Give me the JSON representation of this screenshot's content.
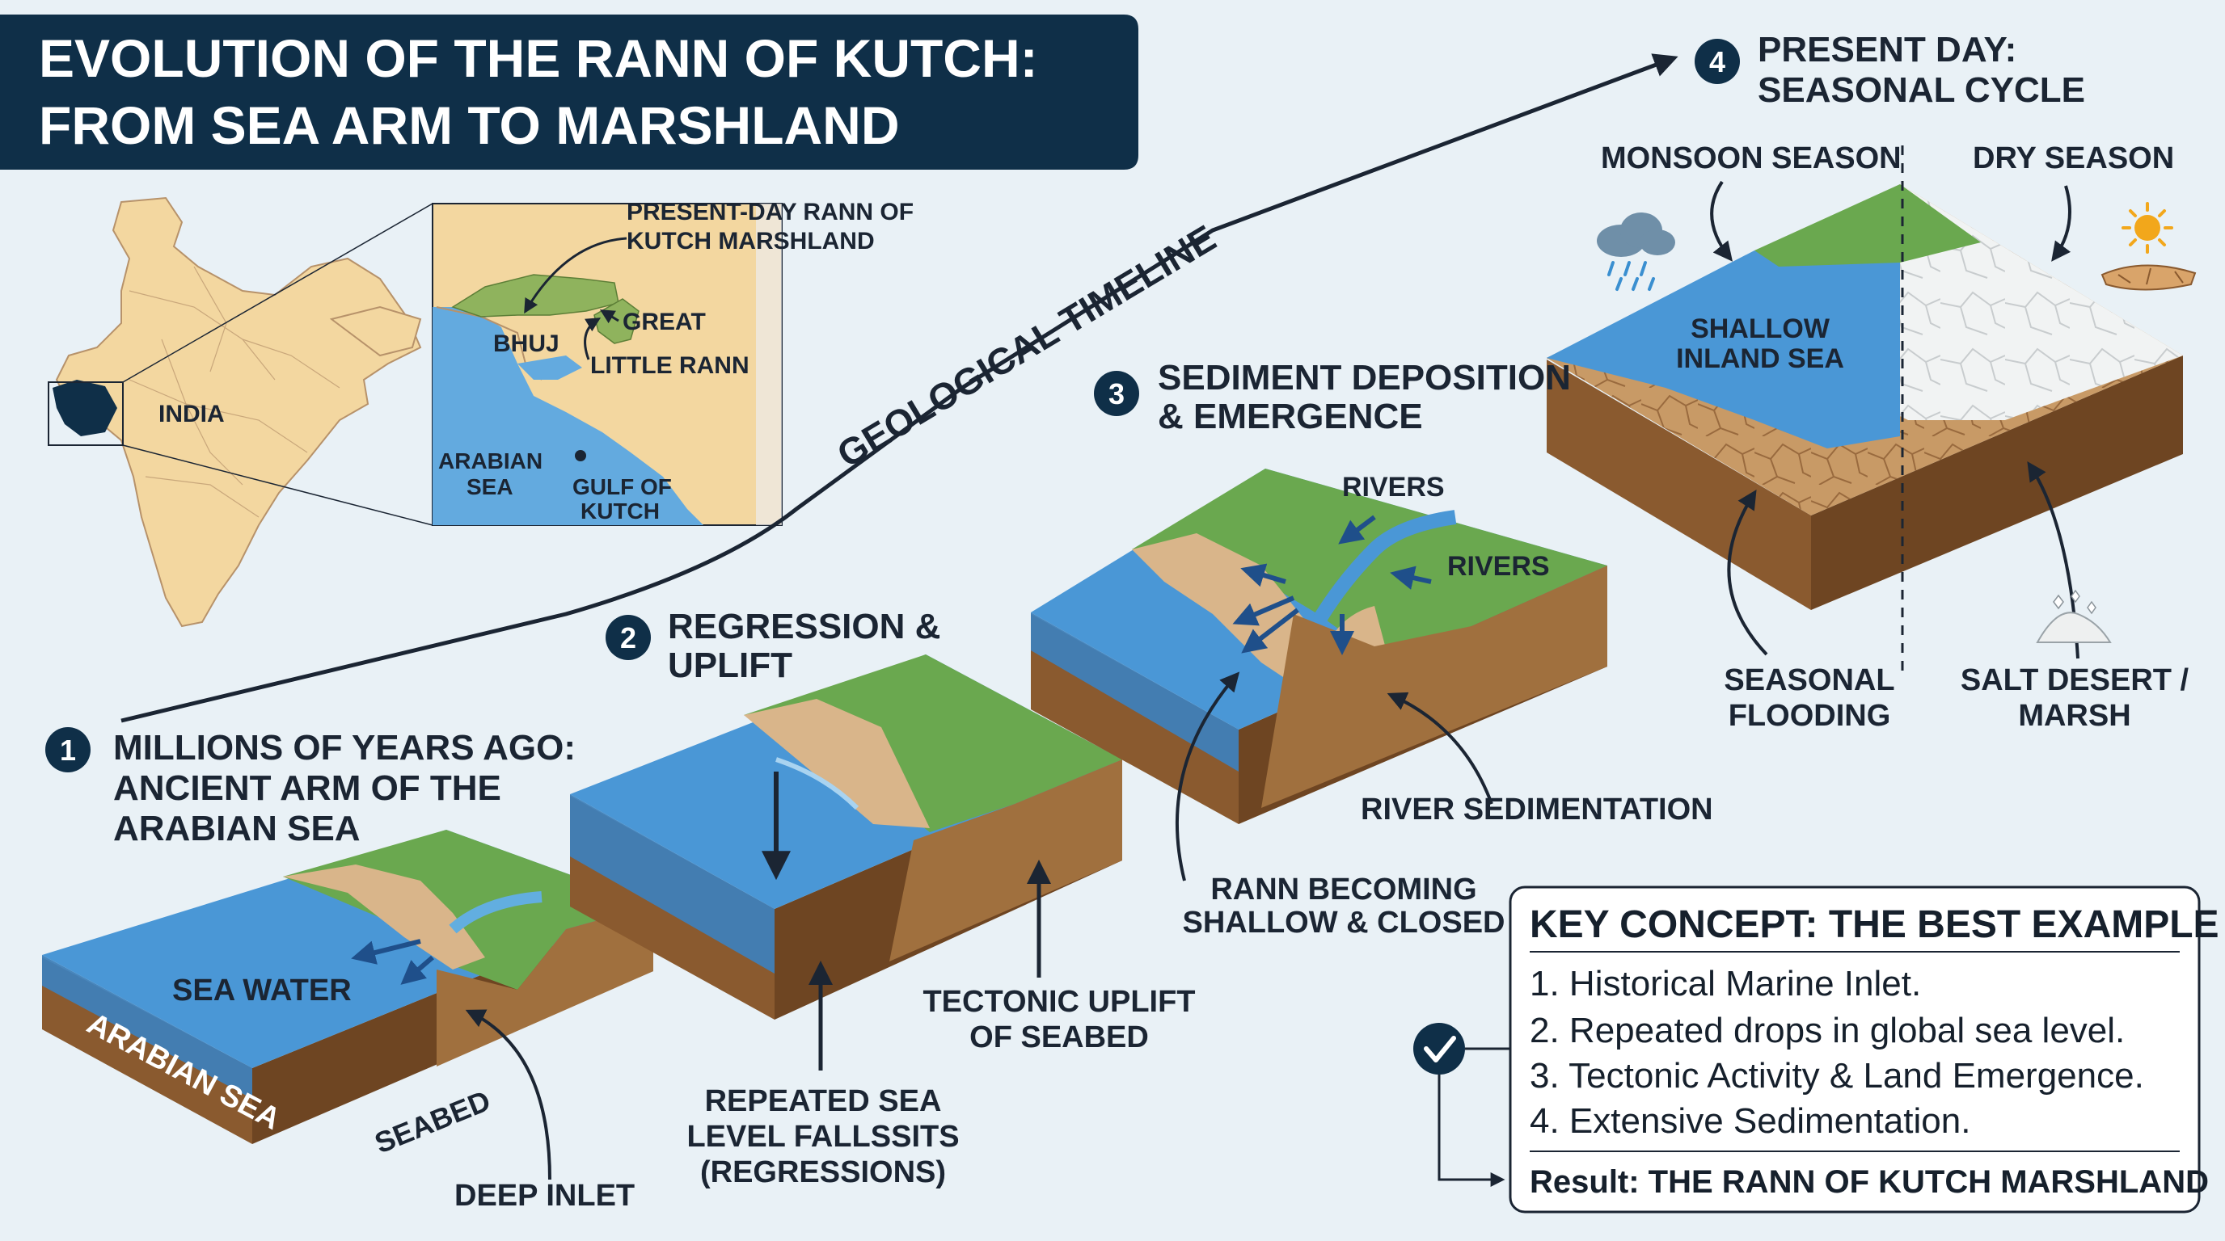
{
  "title": {
    "line1": "EVOLUTION OF THE RANN OF KUTCH:",
    "line2": "FROM SEA ARM TO MARSHLAND"
  },
  "colors": {
    "title_bg": "#0f2f48",
    "sea": "#3a8fd0",
    "sea_light": "#62aee0",
    "land_green": "#6aa84f",
    "sand": "#d9b58a",
    "soil": "#a0703e",
    "soil_dark": "#6e4522",
    "background": "#e9f1f6",
    "salt": "#f1f3f3"
  },
  "map": {
    "india_label": "INDIA",
    "present_day_label_1": "PRESENT-DAY RANN OF",
    "present_day_label_2": "KUTCH MARSHLAND",
    "great_label": "GREAT",
    "little_rann_label": "LITTLE RANN",
    "bhuj_label": "BHUJ",
    "arabian_sea_label_1": "ARABIAN",
    "arabian_sea_label_2": "SEA",
    "gulf_label_1": "GULF OF",
    "gulf_label_2": "KUTCH"
  },
  "timeline": {
    "label": "GEOLOGICAL TIMELINE"
  },
  "stages": [
    {
      "number": "1",
      "title_lines": [
        "MILLIONS OF YEARS AGO:",
        "ANCIENT ARM OF THE",
        "ARABIAN SEA"
      ],
      "labels": {
        "sea_water": "SEA WATER",
        "arabian_sea": "ARABIAN SEA",
        "seabed": "SEABED",
        "deep_inlet": "DEEP INLET"
      }
    },
    {
      "number": "2",
      "title_lines": [
        "REGRESSION &",
        "UPLIFT"
      ],
      "labels": {
        "repeated_lines": [
          "REPEATED SEA",
          "LEVEL FALLSSITS",
          "(REGRESSIONS)"
        ],
        "tectonic_lines": [
          "TECTONIC UPLIFT",
          "OF SEABED"
        ]
      }
    },
    {
      "number": "3",
      "title_lines": [
        "SEDIMENT DEPOSITION",
        "& EMERGENCE"
      ],
      "labels": {
        "rivers_1": "RIVERS",
        "rivers_2": "RIVERS",
        "river_sedimentation": "RIVER SEDIMENTATION",
        "rann_lines": [
          "RANN BECOMING",
          "SHALLOW & CLOSED"
        ]
      }
    },
    {
      "number": "4",
      "title_lines": [
        "PRESENT DAY:",
        "SEASONAL CYCLE"
      ],
      "labels": {
        "monsoon": "MONSOON SEASON",
        "dry": "DRY SEASON",
        "shallow_lines": [
          "SHALLOW",
          "INLAND SEA"
        ],
        "flooding_lines": [
          "SEASONAL",
          "FLOODING"
        ],
        "salt_lines": [
          "SALT DESERT /",
          "MARSH"
        ]
      }
    }
  ],
  "key_concept": {
    "title": "KEY CONCEPT: THE BEST EXAMPLE",
    "items": [
      "1. Historical Marine Inlet.",
      "2. Repeated drops in global sea level.",
      "3. Tectonic Activity & Land Emergence.",
      "4. Extensive Sedimentation."
    ],
    "result": "Result: THE RANN OF KUTCH MARSHLAND"
  },
  "icons": [
    "cloud-rain-icon",
    "sun-icon",
    "cracked-soil-icon",
    "salt-pile-icon",
    "checkmark-icon"
  ]
}
